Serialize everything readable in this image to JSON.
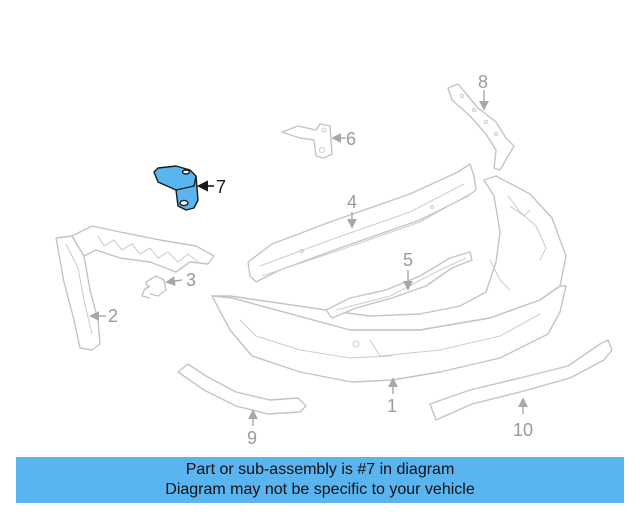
{
  "callouts": {
    "p1": "1",
    "p2": "2",
    "p3": "3",
    "p4": "4",
    "p5": "5",
    "p6": "6",
    "p7": "7",
    "p8": "8",
    "p9": "9",
    "p10": "10"
  },
  "highlight_color": "#5ab4f0",
  "banner": {
    "line1": "Part or sub-assembly is #7 in diagram",
    "line2": "Diagram may not be specific to your vehicle"
  }
}
